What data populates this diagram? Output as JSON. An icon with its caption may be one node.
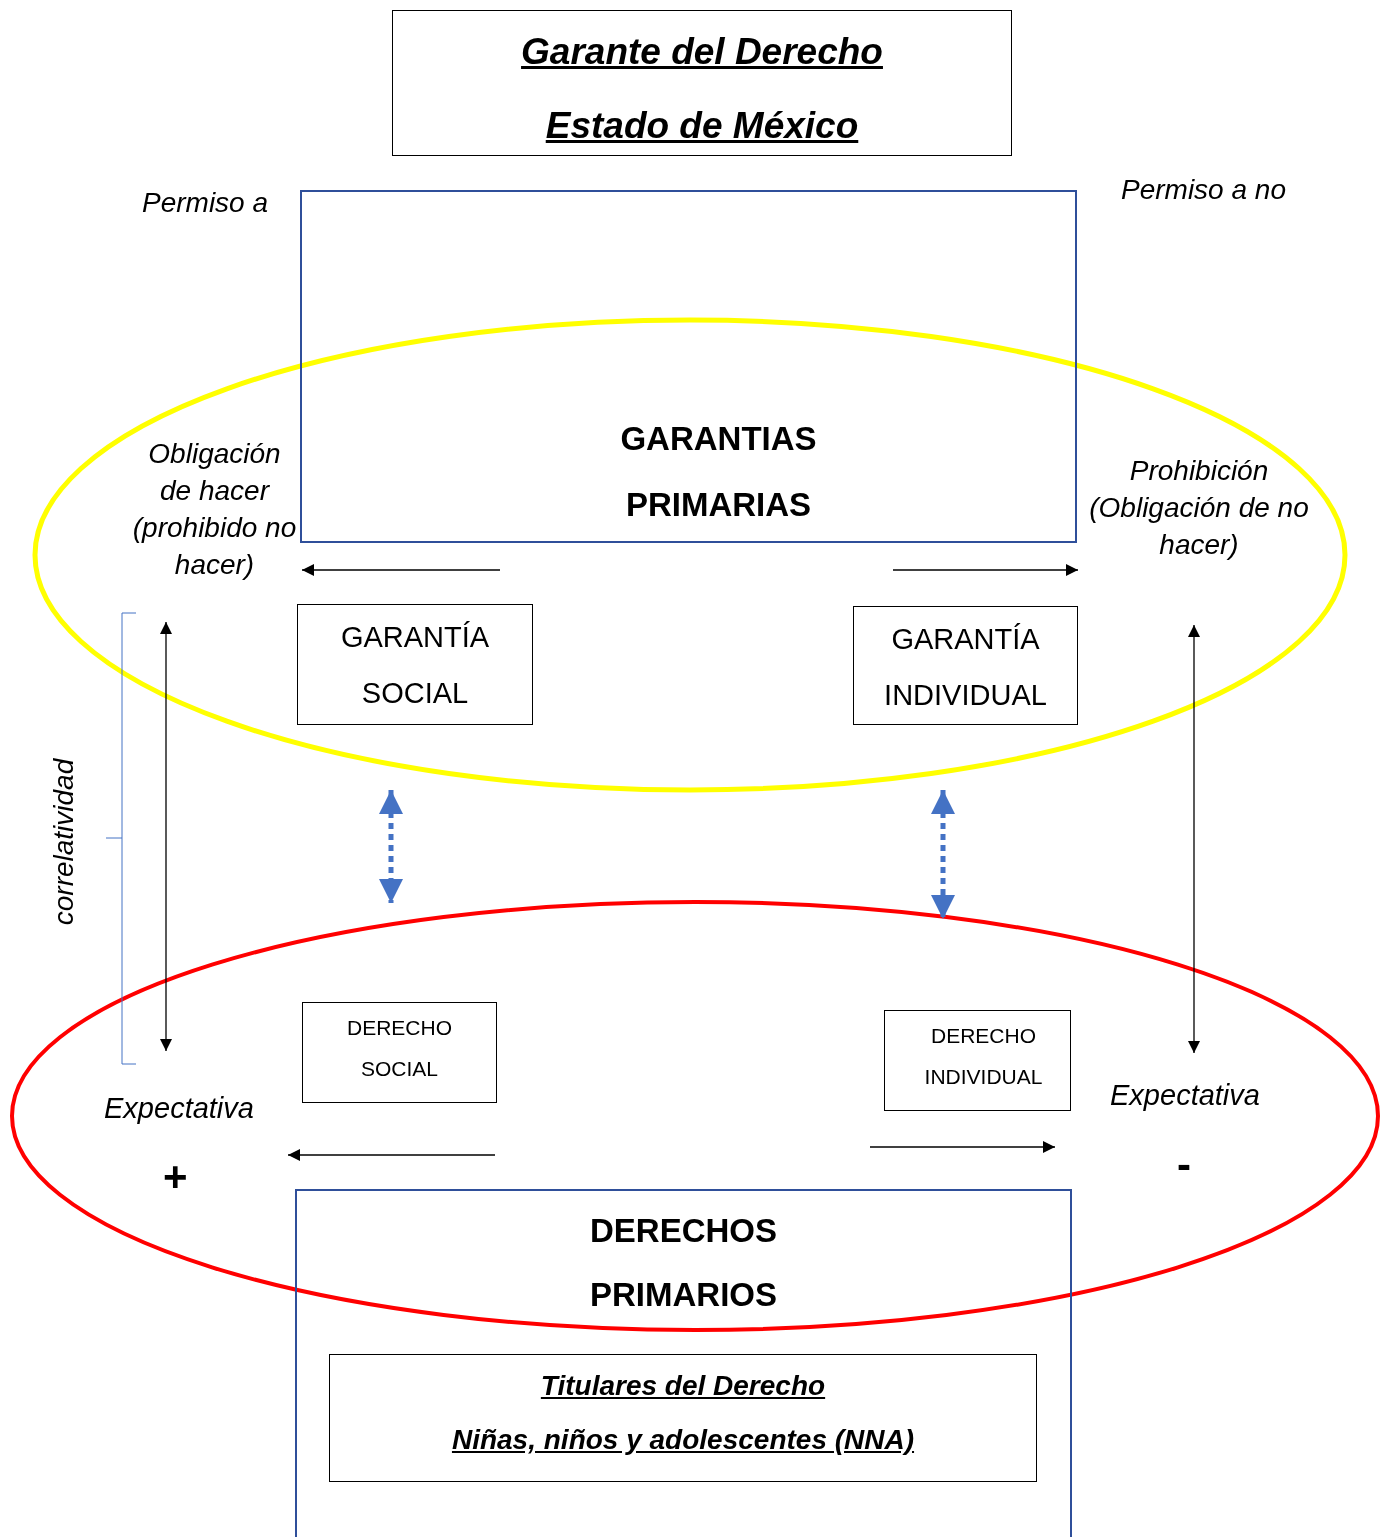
{
  "diagram": {
    "nodes": [
      {
        "text": [
          "Garante del Derecho",
          "Estado de México"
        ]
      },
      {
        "text": [
          "GARANTIAS PRIMARIAS"
        ]
      },
      {
        "text": [
          "Obligación de hacer (prohibido no hacer)"
        ]
      },
      {
        "text": [
          "Prohibición (Obligación de no hacer)"
        ]
      },
      {
        "text": [
          "GARANTÍA SOCIAL"
        ]
      },
      {
        "text": [
          "GARANTÍA INDIVIDUAL"
        ]
      },
      {
        "text": [
          "DERECHO SOCIAL"
        ]
      },
      {
        "text": [
          "DERECHO INDIVIDUAL"
        ]
      },
      {
        "text": [
          "Expectativa"
        ]
      },
      {
        "text": [
          "Expectativa"
        ]
      },
      {
        "text": [
          "DERECHOS PRIMARIOS"
        ]
      },
      {
        "text": [
          "Titulares del Derecho",
          "Niñas, niños y adolescentes (NNA)"
        ],
        "in": 10
      }
    ],
    "edges": [
      {
        "from": null,
        "to": 2,
        "arrow": "to"
      },
      {
        "from": null,
        "to": 3,
        "arrow": "to"
      },
      {
        "from": 2,
        "to": 8,
        "arrow": "both"
      },
      {
        "from": 3,
        "to": 9,
        "arrow": "both"
      },
      {
        "from": 4,
        "to": 6,
        "arrow": "both",
        "style": "dashed",
        "color": "#4472c4"
      },
      {
        "from": 5,
        "to": 7,
        "arrow": "both",
        "style": "dashed",
        "color": "#4472c4"
      },
      {
        "from": null,
        "to": 8,
        "arrow": "to"
      },
      {
        "from": null,
        "to": 9,
        "arrow": "to"
      }
    ],
    "labels": [
      "Permiso a",
      "Permiso a no",
      "correlatividad",
      "+",
      "-"
    ]
  }
}
